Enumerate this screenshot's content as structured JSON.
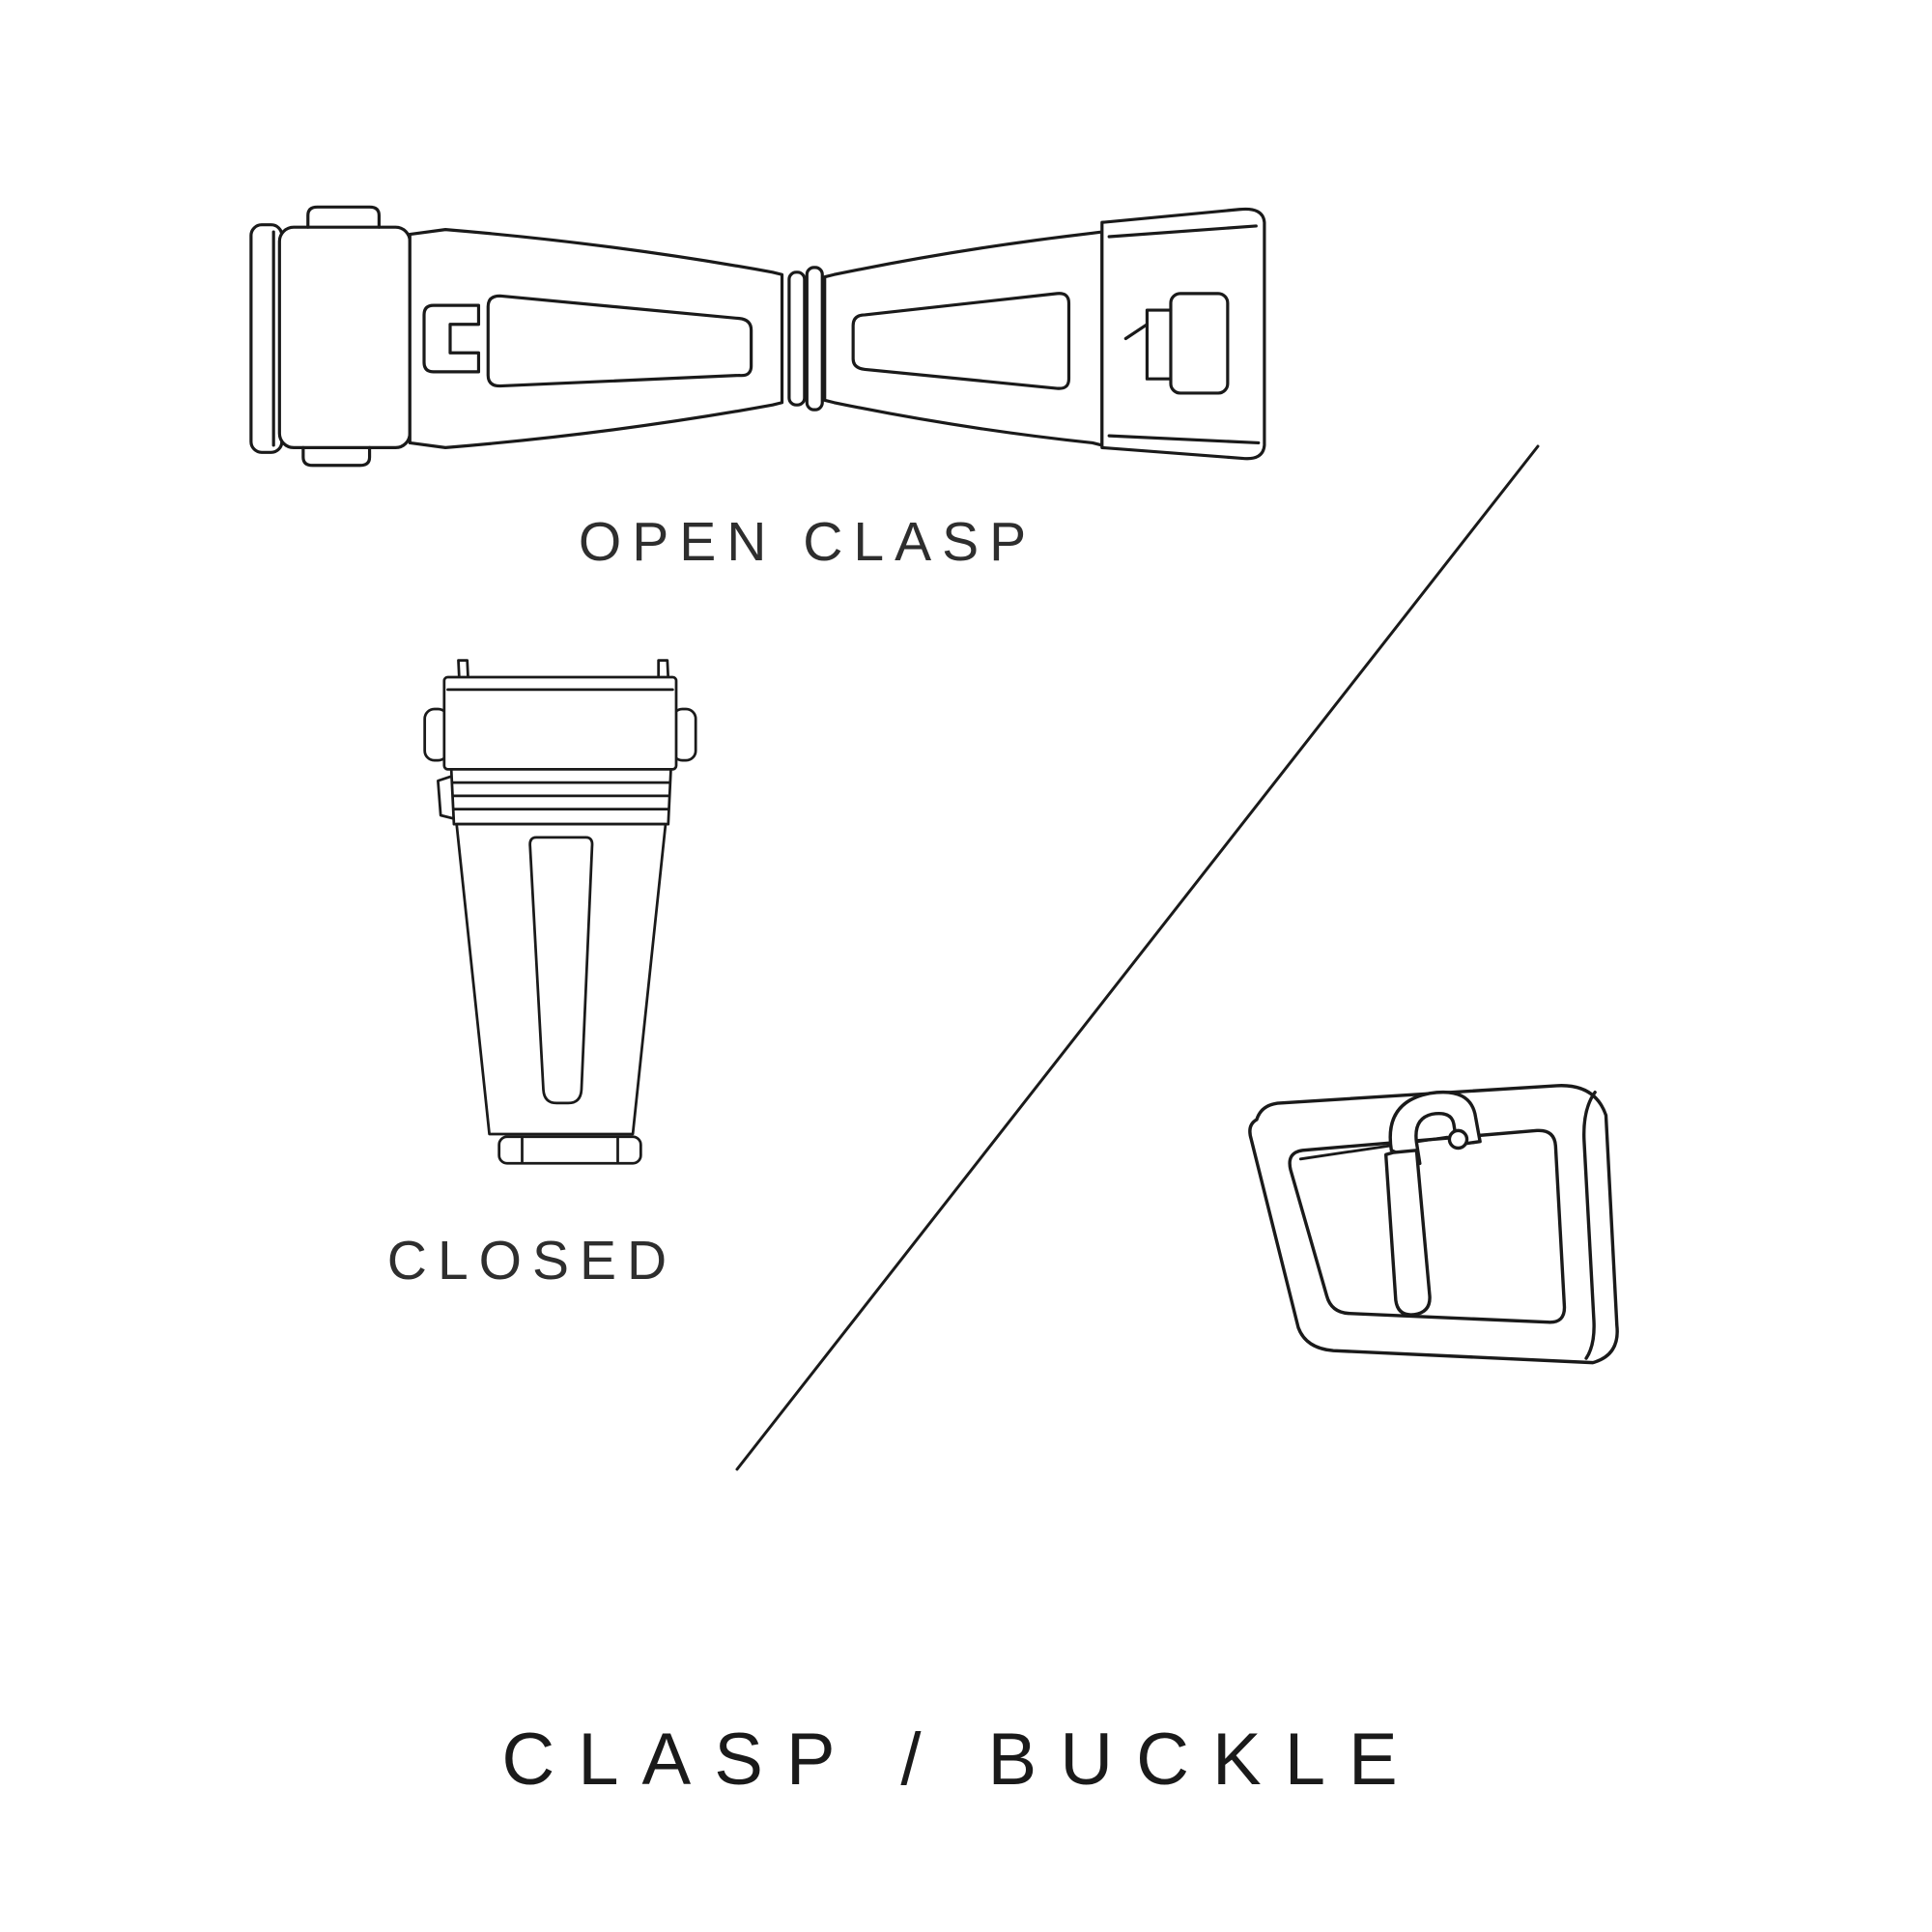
{
  "title": "CLASP / BUCKLE",
  "figures": {
    "open_clasp": {
      "label": "OPEN CLASP"
    },
    "closed_clasp": {
      "label": "CLOSED"
    },
    "tang_buckle": {
      "label": ""
    }
  },
  "colors": {
    "background": "#ffffff",
    "line": "#1a1a1a",
    "text": "#2e2e2e"
  }
}
